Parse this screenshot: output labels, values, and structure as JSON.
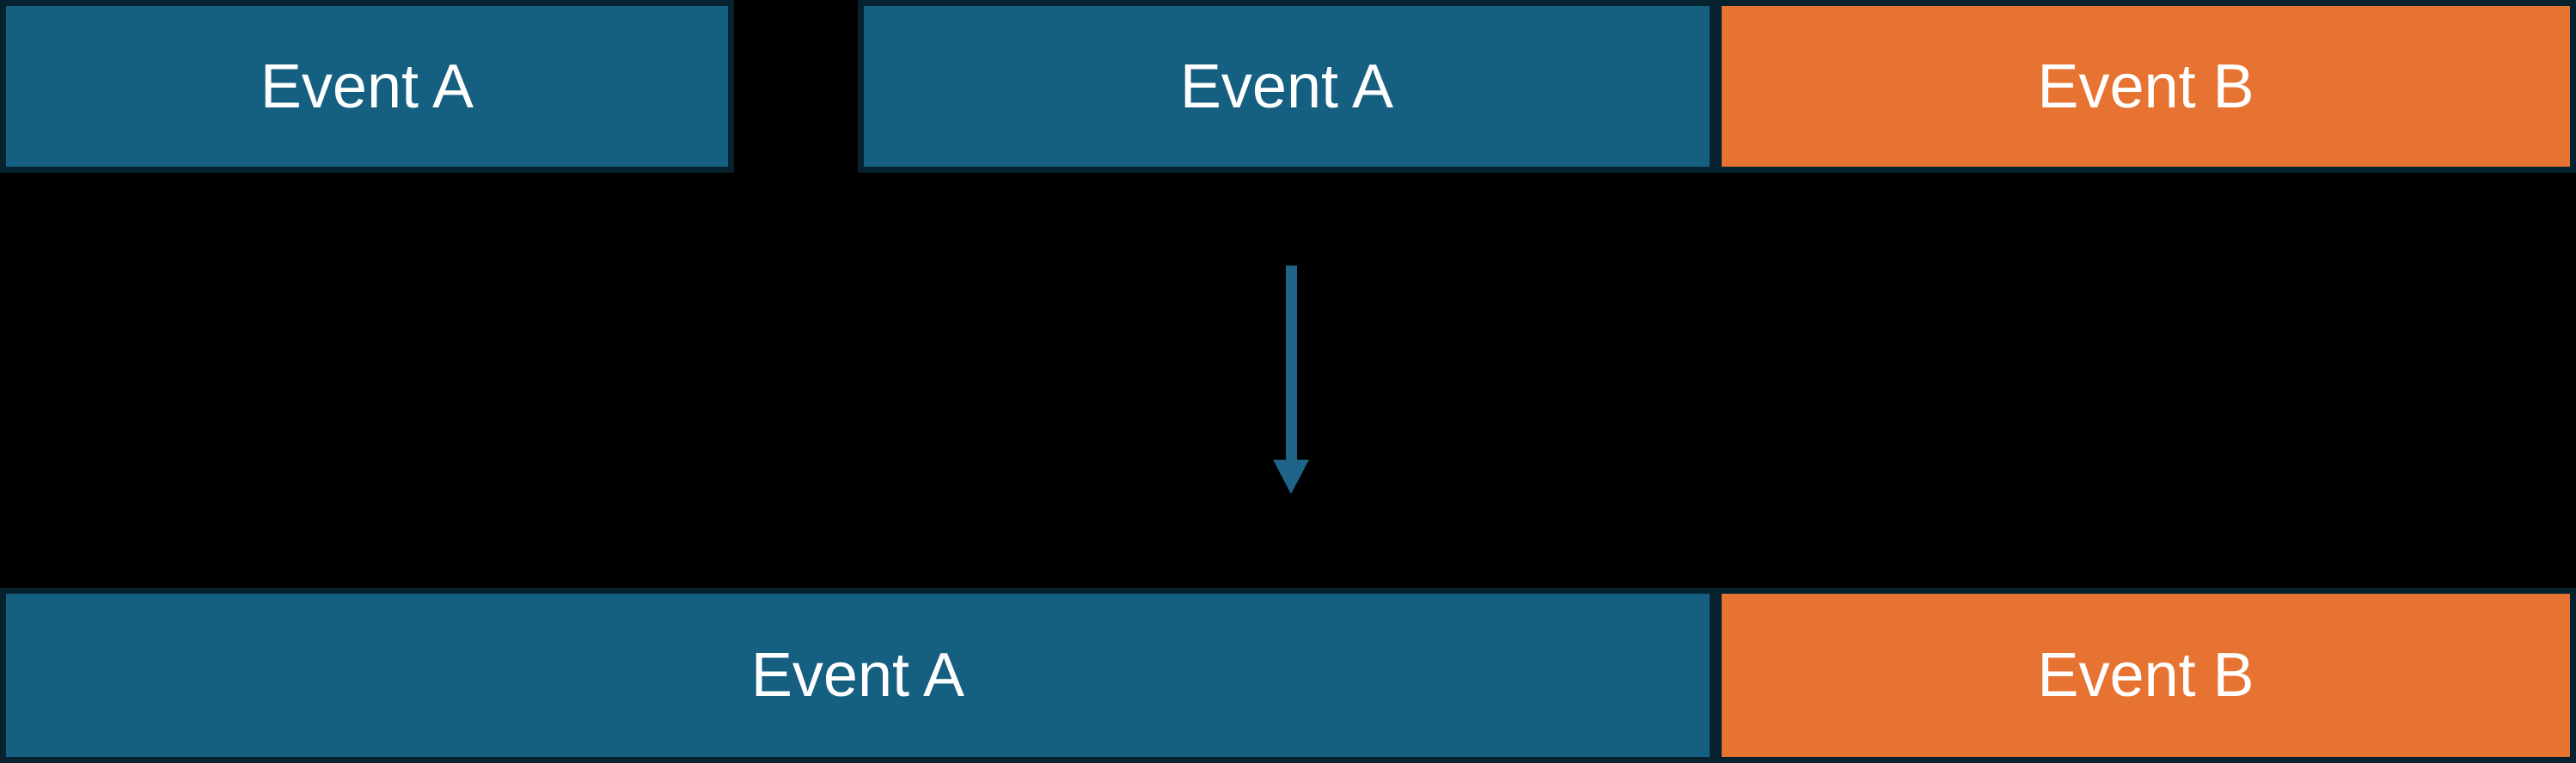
{
  "colors": {
    "background": "#000000",
    "event_a_fill": "#155F80",
    "event_b_fill": "#E77333",
    "box_border": "#07222F",
    "arrow": "#1E6488",
    "label_text": "#FFFFFF"
  },
  "diagram": {
    "top_row": {
      "boxes": [
        {
          "label": "Event A",
          "type": "event-a"
        },
        {
          "label": "Event A",
          "type": "event-a"
        },
        {
          "label": "Event B",
          "type": "event-b"
        }
      ]
    },
    "arrow": {
      "direction": "down",
      "meaning": "merge-transformation"
    },
    "bottom_row": {
      "boxes": [
        {
          "label": "Event A",
          "type": "event-a"
        },
        {
          "label": "Event B",
          "type": "event-b"
        }
      ]
    }
  }
}
